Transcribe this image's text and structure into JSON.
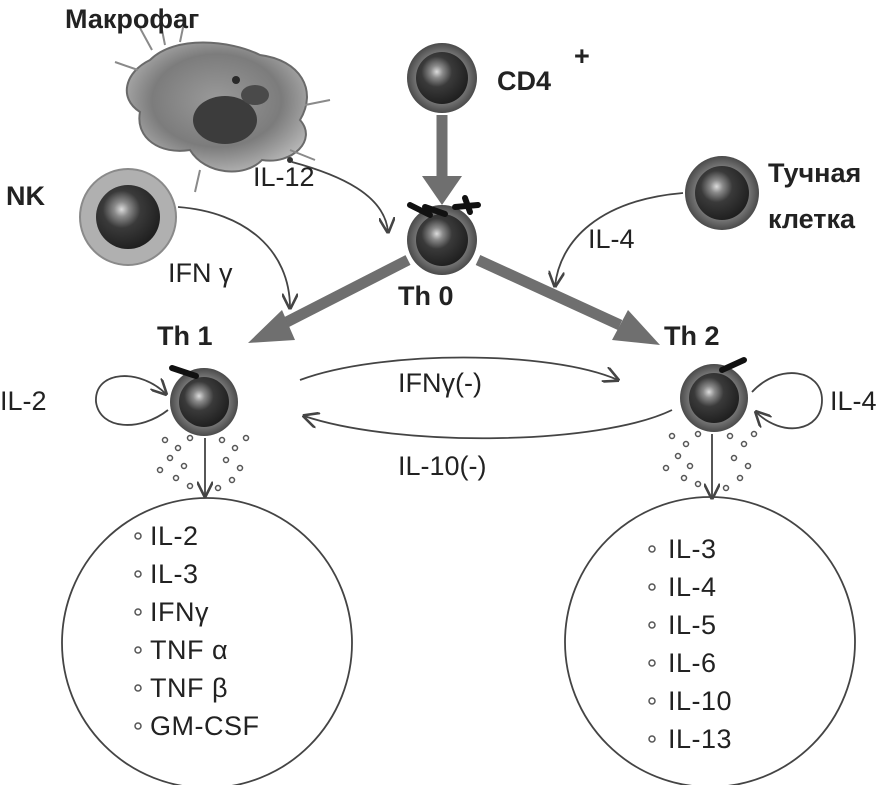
{
  "cells": {
    "macrophage": "Макрофаг",
    "cd4": "CD4",
    "cd4_sup": "+",
    "nk": "NK",
    "mast_line1": "Тучная",
    "mast_line2": "клетка",
    "th0": "Th 0",
    "th1": "Th 1",
    "th2": "Th 2"
  },
  "signals": {
    "il12": "IL-12",
    "ifng_nk": "IFN γ",
    "il4_mast": "IL-4",
    "il2_auto": "IL-2",
    "il4_auto": "IL-4",
    "ifng_inhib": "IFNγ(-)",
    "il10_inhib": "IL-10(-)"
  },
  "th1_products": [
    "IL-2",
    "IL-3",
    "IFNγ",
    "TNF α",
    "TNF β",
    "GM-CSF"
  ],
  "th2_products": [
    "IL-3",
    "IL-4",
    "IL-5",
    "IL-6",
    "IL-10",
    "IL-13"
  ],
  "colors": {
    "thick_arrow": "#6f6f6f",
    "cell_outer": "#5a5a5a",
    "cell_inner": "#2e2e2e",
    "nk_halo": "#a8a8a8"
  }
}
